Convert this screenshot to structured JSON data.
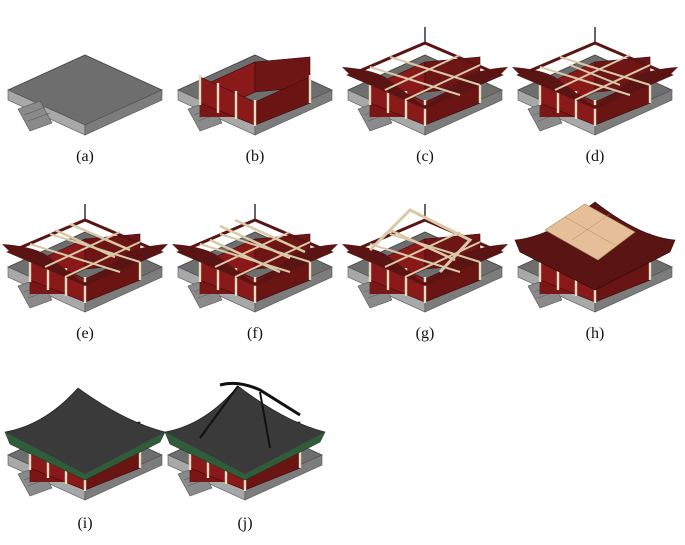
{
  "figure": {
    "description": "Stepwise 3D model assembly of a traditional timber hall, panels (a)-(j)",
    "colors": {
      "platform_top": "#6e6e6e",
      "platform_side": "#9a9a9a",
      "wall_red": "#8a1a1a",
      "timber": "#d9c9a8",
      "roof_dark_red": "#5a1414",
      "roof_board": "#e6bf98",
      "tile_dark": "#3a3a3a",
      "eave_green": "#2f5d3a"
    },
    "panels": [
      {
        "id": "a",
        "label": "(a)",
        "stage": "platform"
      },
      {
        "id": "b",
        "label": "(b)",
        "stage": "columns-walls"
      },
      {
        "id": "c",
        "label": "(c)",
        "stage": "bracket-frame"
      },
      {
        "id": "d",
        "label": "(d)",
        "stage": "beams"
      },
      {
        "id": "e",
        "label": "(e)",
        "stage": "upper-beams"
      },
      {
        "id": "f",
        "label": "(f)",
        "stage": "purlins"
      },
      {
        "id": "g",
        "label": "(g)",
        "stage": "rafters"
      },
      {
        "id": "h",
        "label": "(h)",
        "stage": "roof-boards"
      },
      {
        "id": "i",
        "label": "(i)",
        "stage": "roof-tiles"
      },
      {
        "id": "j",
        "label": "(j)",
        "stage": "ridge-ornaments"
      }
    ]
  }
}
